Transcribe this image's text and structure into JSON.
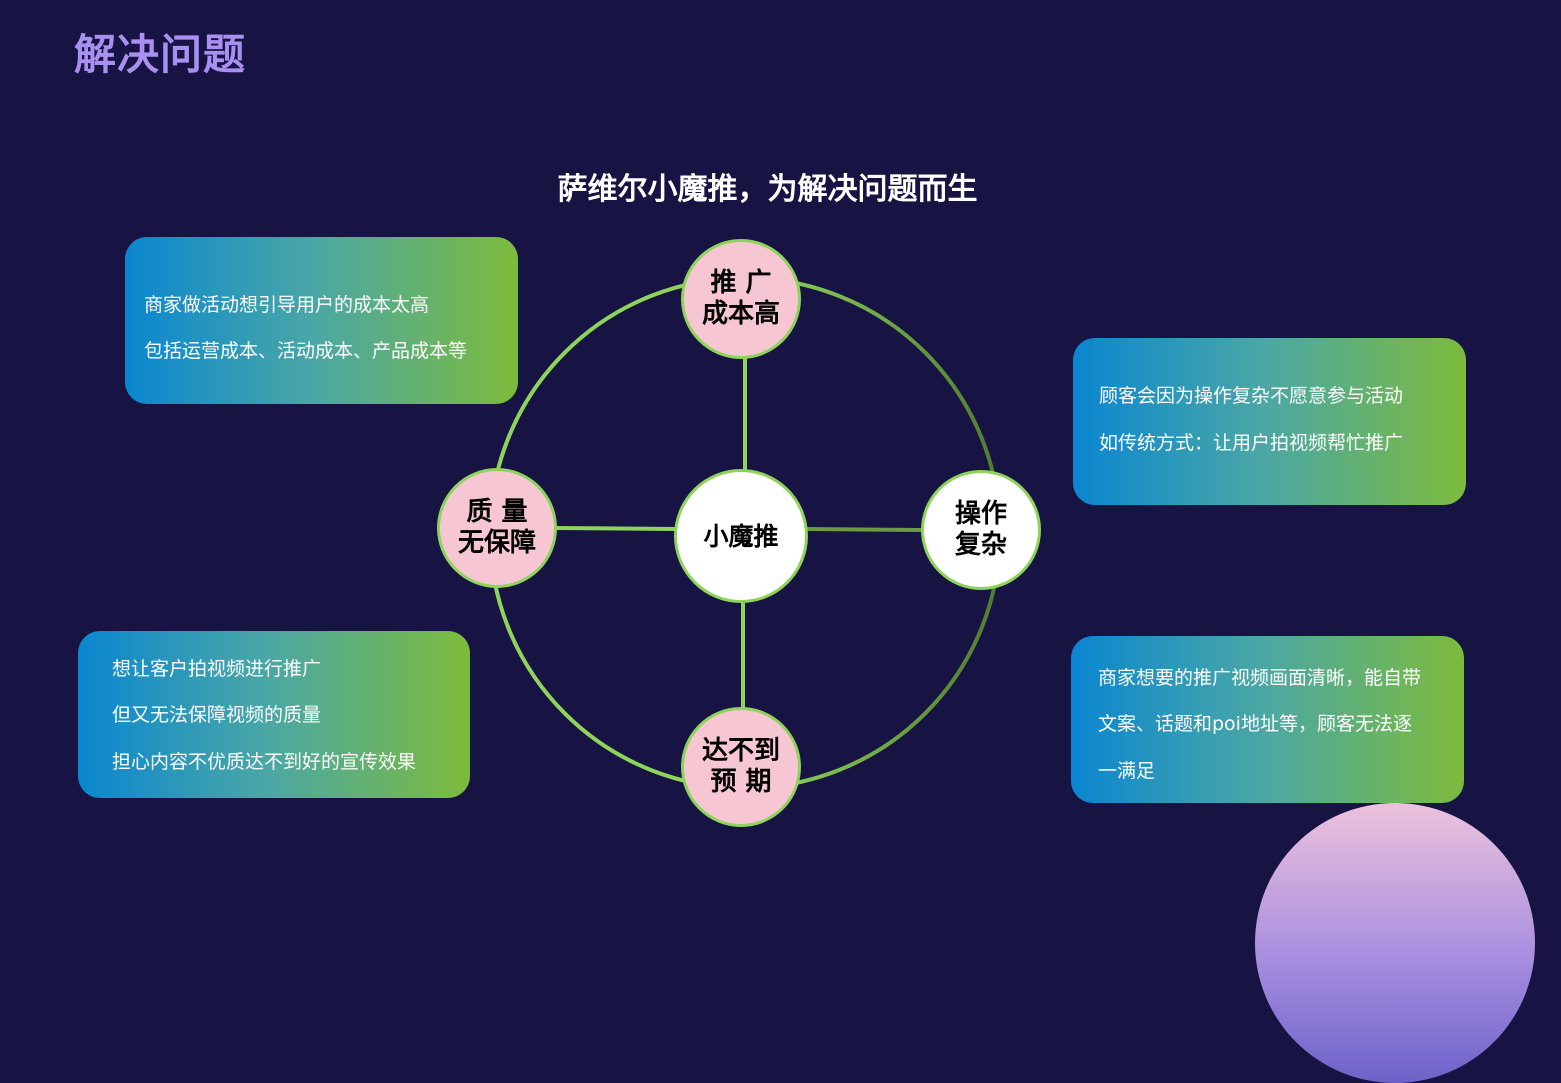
{
  "header": {
    "title": "解决问题",
    "subtitle": "萨维尔小魔推，为解决问题而生"
  },
  "diagram": {
    "center": "小魔推",
    "nodes": {
      "top": [
        "推 广",
        "成本高"
      ],
      "right": [
        "操作",
        "复杂"
      ],
      "bottom": [
        "达不到",
        "预 期"
      ],
      "left": [
        "质 量",
        "无保障"
      ]
    }
  },
  "cards": {
    "top_left": [
      "商家做活动想引导用户的成本太高",
      "包括运营成本、活动成本、产品成本等"
    ],
    "top_right": [
      "顾客会因为操作复杂不愿意参与活动",
      "如传统方式：让用户拍视频帮忙推广"
    ],
    "bottom_left": [
      "想让客户拍视频进行推广",
      "但又无法保障视频的质量",
      "担心内容不优质达不到好的宣传效果"
    ],
    "bottom_right": [
      "商家想要的推广视频画面清晰，能自带",
      "文案、话题和poi地址等，顾客无法逐",
      "一满足"
    ]
  },
  "colors": {
    "background": "#171343",
    "title": "#a98ff0",
    "node_fill": "#f7c6d3",
    "ring_light": "#8ed35a",
    "ring_dark": "#4f7a2e",
    "card_start": "#0a86d0",
    "card_end": "#7dbb3c"
  }
}
